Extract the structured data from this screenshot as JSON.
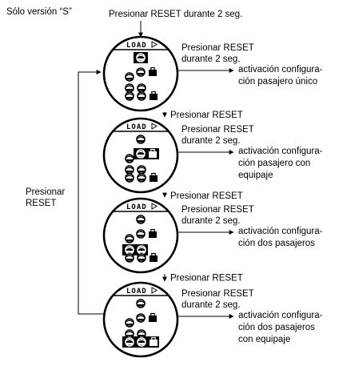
{
  "header": {
    "note": "Sólo versión “S”",
    "top_instruction": "Presionar RESET durante 2 seg."
  },
  "loop": {
    "line1": "Presionar",
    "line2": "RESET"
  },
  "screen_label": "LOAD",
  "states": [
    {
      "hold_line1": "Presionar RESET",
      "hold_line2": "durante 2 seg.",
      "result_lines": [
        "activación configura-",
        "ción pasajero único"
      ],
      "selection": "1 occupant"
    },
    {
      "next": "Presionar RESET",
      "hold_line1": "Presionar RESET",
      "hold_line2": "durante 2 seg.",
      "result_lines": [
        "activación configura-",
        "ción pasajero con",
        "equipaje"
      ],
      "selection": "1 occupant + luggage"
    },
    {
      "next": "Presionar RESET",
      "hold_line1": "Presionar RESET",
      "hold_line2": "durante 2 seg.",
      "result_lines": [
        "activación configura-",
        "ción dos pasajeros"
      ],
      "selection": "2 occupants"
    },
    {
      "next": "Presionar RESET",
      "hold_line1": "Presionar RESET",
      "hold_line2": "durante 2 seg.",
      "result_lines": [
        "activación configura-",
        "ción dos pasajeros",
        "con equipaje"
      ],
      "selection": "2 occupants + luggage"
    }
  ]
}
